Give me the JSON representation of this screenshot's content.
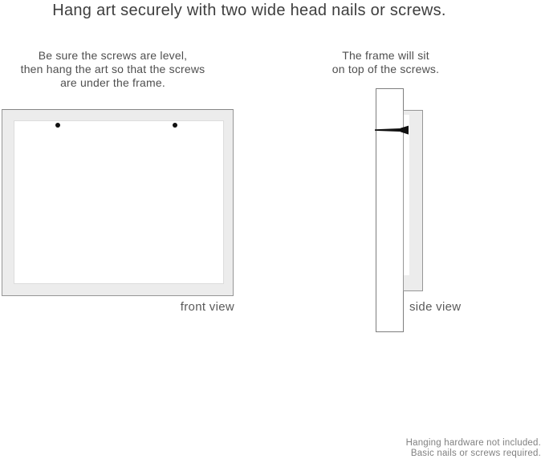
{
  "title": "Hang art securely with two wide head nails or screws.",
  "instructions": {
    "left": {
      "lines": [
        "Be sure the screws are level,",
        "then hang the art so that the screws",
        "are under the frame."
      ]
    },
    "right": {
      "lines": [
        "The frame will sit",
        "on top of the screws."
      ]
    }
  },
  "diagrams": {
    "front": {
      "label": "front view",
      "nail_count": 2
    },
    "side": {
      "label": "side view"
    }
  },
  "footer": {
    "lines": [
      "Hanging hardware not included.",
      "Basic nails or screws required."
    ]
  },
  "colors": {
    "background": "#ffffff",
    "frame_fill": "#ececec",
    "frame_border": "#969696",
    "wall_border": "#7e7e7e",
    "inner_border": "#dcdcdc",
    "nail": "#111111",
    "title_text": "#3e3e3e",
    "body_text": "#4f4f4f",
    "label_text": "#5a5a5a",
    "footer_text": "#818181"
  }
}
